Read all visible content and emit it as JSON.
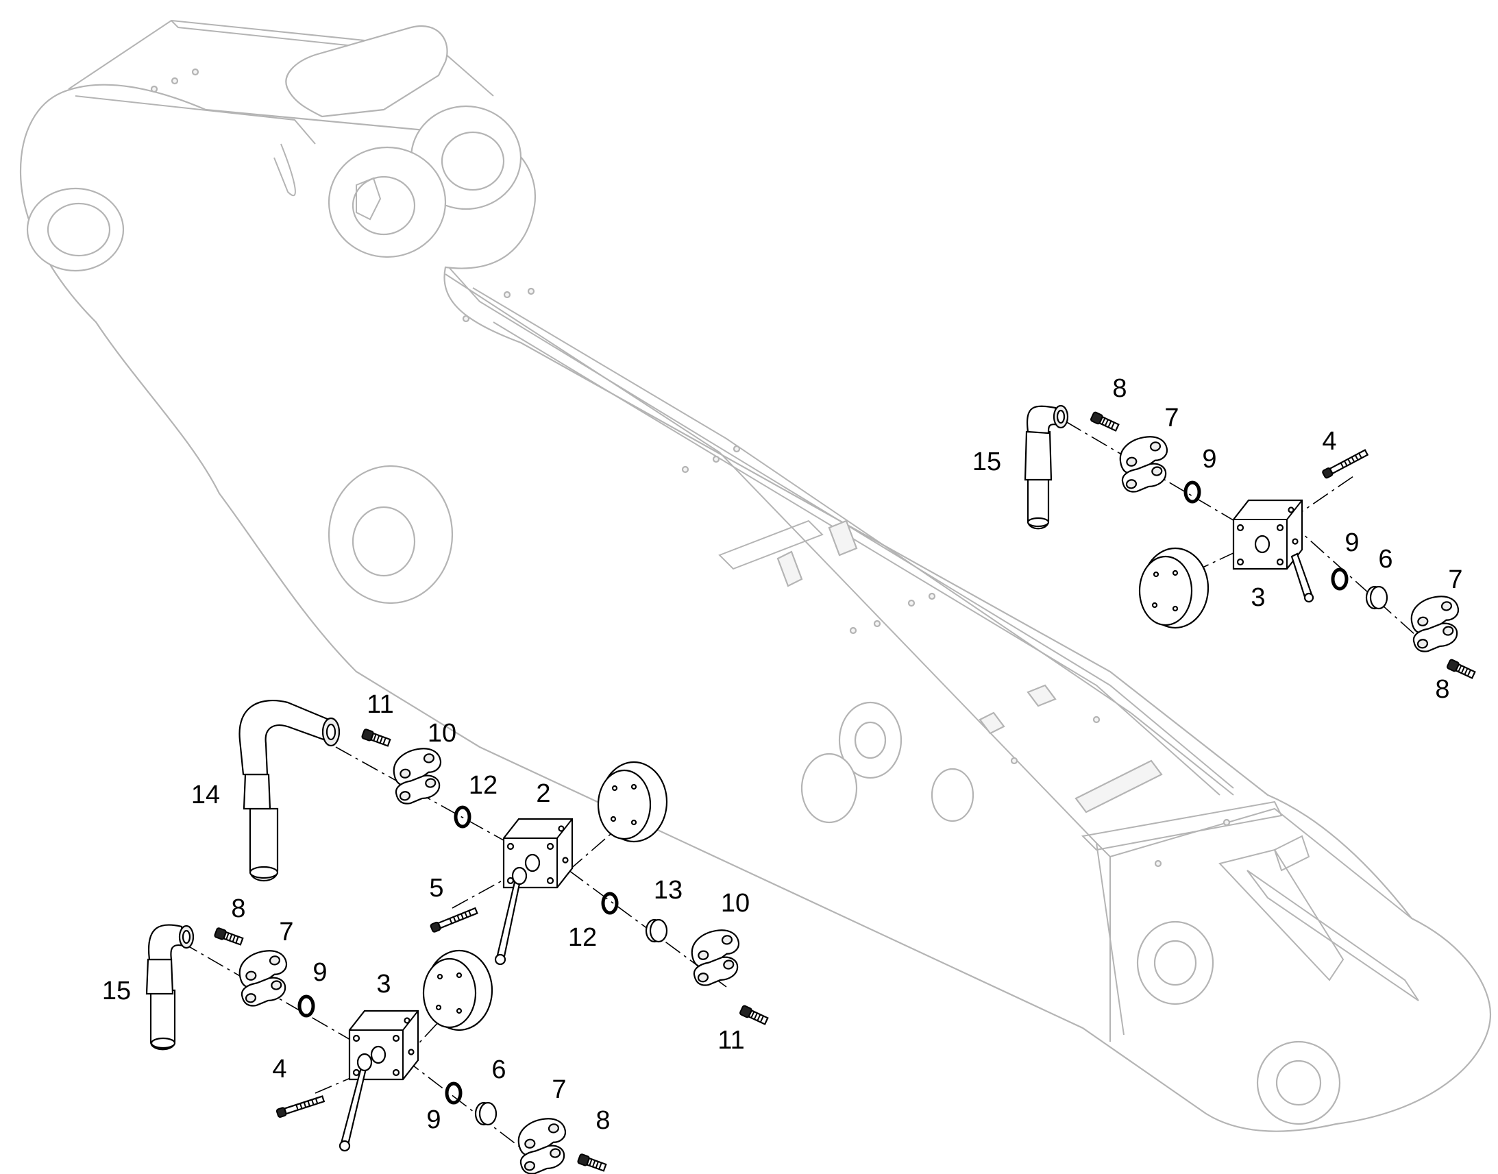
{
  "diagram": {
    "type": "exploded-parts-view",
    "background": "#ffffff",
    "outline_color": "#000000",
    "background_part_color": "#b4b4b4",
    "assemblies": {
      "top_right": {
        "callouts": {
          "hose": "15",
          "screw_top": "8",
          "flange_top": "7",
          "oring_top": "9",
          "bolt": "4",
          "block": "3",
          "oring_bottom": "9",
          "ring": "6",
          "flange_bottom": "7",
          "screw_bottom": "8"
        }
      },
      "middle": {
        "callouts": {
          "hose": "14",
          "screw_top": "11",
          "flange_top": "10",
          "oring_top": "12",
          "block": "2",
          "bolt": "5",
          "oring_bottom": "12",
          "ring": "13",
          "flange_bottom": "10",
          "screw_bottom": "11"
        }
      },
      "bottom_left": {
        "callouts": {
          "hose": "15",
          "screw_top": "8",
          "flange_top": "7",
          "oring_top": "9",
          "block": "3",
          "bolt": "4",
          "oring_bottom": "9",
          "ring": "6",
          "flange_bottom": "7",
          "screw_bottom": "8"
        }
      }
    }
  }
}
